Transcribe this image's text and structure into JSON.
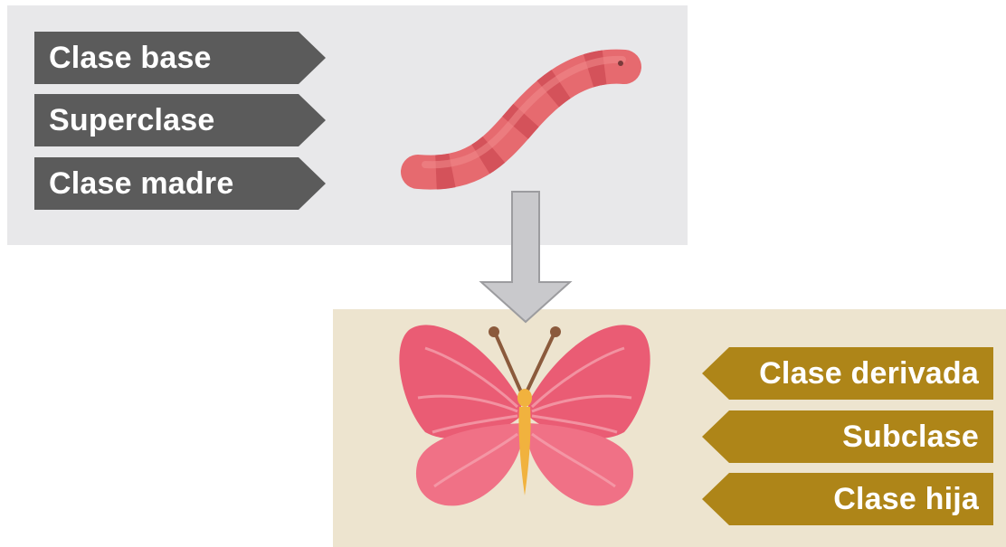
{
  "top_panel": {
    "labels": [
      "Clase base",
      "Superclase",
      "Clase madre"
    ],
    "color": "#5b5b5b",
    "background": "#e8e8ea"
  },
  "bottom_panel": {
    "labels": [
      "Clase derivada",
      "Subclase",
      "Clase hija"
    ],
    "color": "#ae8518",
    "background": "#ede4cf"
  },
  "icons": {
    "top": "worm-icon",
    "arrow": "arrow-down-icon",
    "bottom": "butterfly-icon"
  }
}
